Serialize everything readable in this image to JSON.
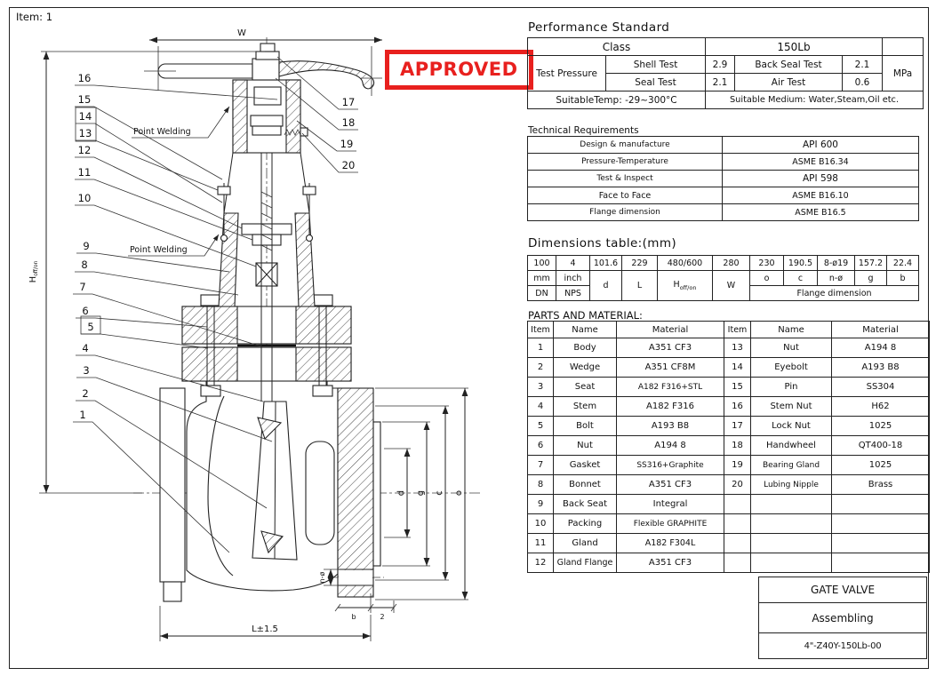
{
  "colors": {
    "ink": "#1a1a1a",
    "stamp_red": "#e8201e"
  },
  "drawing": {
    "item_label": "Item: 1",
    "stamp": "APPROVED",
    "point_welding_1": "Point Welding",
    "point_welding_2": "Point Welding",
    "dim_w": "W",
    "dim_h": "H",
    "dim_h_sub": "off/on",
    "dim_l": "L±1.5",
    "dim_d": "d",
    "dim_g": "g",
    "dim_c": "c",
    "dim_o": "o",
    "dim_n": "n-ø",
    "dim_b": "b",
    "dim_2": "2",
    "callouts_left": [
      "16",
      "15",
      "14",
      "13",
      "12",
      "11",
      "10",
      "9",
      "8",
      "7",
      "6",
      "5",
      "4",
      "3",
      "2",
      "1"
    ],
    "callouts_right": [
      "17",
      "18",
      "19",
      "20"
    ]
  },
  "performance": {
    "title": "Performance Standard",
    "class_label": "Class",
    "class_value": "150Lb",
    "test_pressure_label": "Test Pressure",
    "unit": "MPa",
    "rows": [
      [
        "Shell Test",
        "2.9",
        "Back Seal Test",
        "2.1"
      ],
      [
        "Seal Test",
        "2.1",
        "Air Test",
        "0.6"
      ]
    ],
    "temp": "SuitableTemp: -29~300°C",
    "medium": "Suitable Medium: Water,Steam,Oil etc."
  },
  "technical": {
    "title": "Technical Requirements",
    "rows": [
      [
        "Design & manufacture",
        "API 600"
      ],
      [
        "Pressure-Temperature",
        "ASME B16.34"
      ],
      [
        "Test & Inspect",
        "API 598"
      ],
      [
        "Face to Face",
        "ASME B16.10"
      ],
      [
        "Flange dimension",
        "ASME B16.5"
      ]
    ]
  },
  "dimensions": {
    "title": "Dimensions table:(mm)",
    "values": [
      "100",
      "4",
      "101.6",
      "229",
      "480/600",
      "280",
      "230",
      "190.5",
      "8-ø19",
      "157.2",
      "22.4"
    ],
    "row2": [
      "mm",
      "inch",
      "d",
      "L",
      "H",
      "W",
      "o",
      "c",
      "n-ø",
      "g",
      "b"
    ],
    "h_sub": "off/on",
    "dn": "DN",
    "nps": "NPS",
    "flange_label": "Flange dimension"
  },
  "parts": {
    "title": "PARTS AND MATERIAL:",
    "headers": [
      "Item",
      "Name",
      "Material",
      "Item",
      "Name",
      "Material"
    ],
    "rows": [
      [
        "1",
        "Body",
        "A351 CF3",
        "13",
        "Nut",
        "A194 8"
      ],
      [
        "2",
        "Wedge",
        "A351 CF8M",
        "14",
        "Eyebolt",
        "A193 B8"
      ],
      [
        "3",
        "Seat",
        "A182 F316+STL",
        "15",
        "Pin",
        "SS304"
      ],
      [
        "4",
        "Stem",
        "A182 F316",
        "16",
        "Stem Nut",
        "H62"
      ],
      [
        "5",
        "Bolt",
        "A193 B8",
        "17",
        "Lock Nut",
        "1025"
      ],
      [
        "6",
        "Nut",
        "A194 8",
        "18",
        "Handwheel",
        "QT400-18"
      ],
      [
        "7",
        "Gasket",
        "SS316+Graphite",
        "19",
        "Bearing Gland",
        "1025"
      ],
      [
        "8",
        "Bonnet",
        "A351 CF3",
        "20",
        "Lubing Nipple",
        "Brass"
      ],
      [
        "9",
        "Back Seat",
        "Integral",
        "",
        "",
        ""
      ],
      [
        "10",
        "Packing",
        "Flexible GRAPHITE",
        "",
        "",
        ""
      ],
      [
        "11",
        "Gland",
        "A182 F304L",
        "",
        "",
        ""
      ],
      [
        "12",
        "Gland Flange",
        "A351 CF3",
        "",
        "",
        ""
      ]
    ]
  },
  "title_block": {
    "product": "GATE VALVE",
    "stage": "Assembling",
    "number": "4\"-Z40Y-150Lb-00"
  }
}
